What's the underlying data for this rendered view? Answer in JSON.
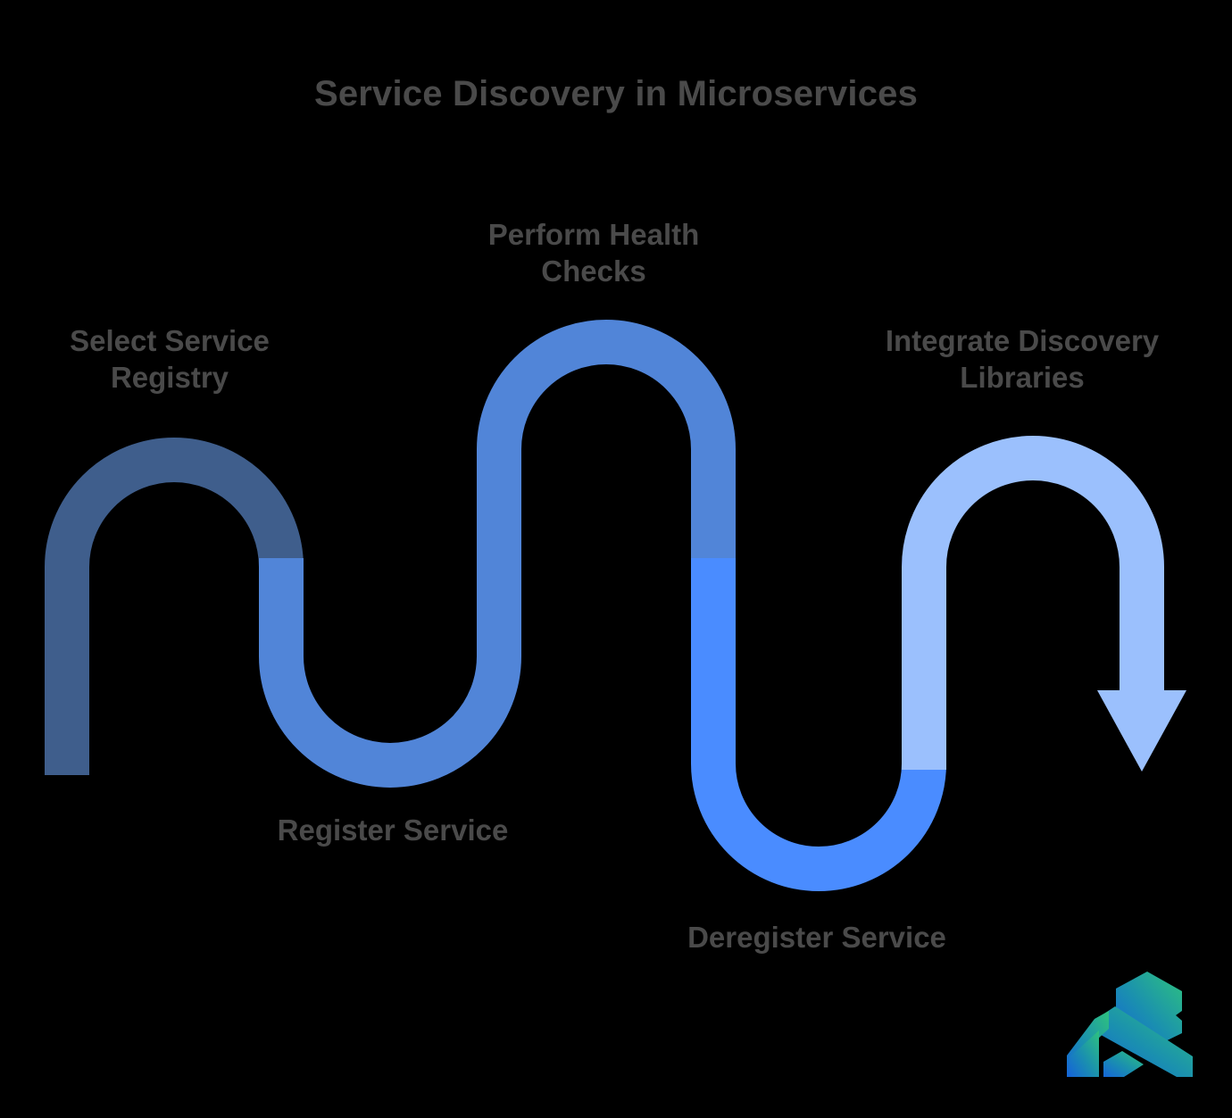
{
  "title": "Service Discovery in Microservices",
  "background_color": "#000000",
  "text_color": "#4a4a4a",
  "diagram": {
    "type": "serpentine-process-flow",
    "direction": "left-to-right",
    "arrow_end": "down-arrow",
    "steps": [
      {
        "index": 1,
        "label": "Select Service\nRegistry",
        "label_position": "above-left",
        "color": "#3f5e8c",
        "color_name": "dark-slate-blue"
      },
      {
        "index": 2,
        "label": "Register Service",
        "label_position": "below",
        "color": "#5185d8",
        "color_name": "medium-blue"
      },
      {
        "index": 3,
        "label": "Perform Health\nChecks",
        "label_position": "above",
        "color": "#5185d8",
        "color_name": "medium-blue"
      },
      {
        "index": 4,
        "label": "Deregister Service",
        "label_position": "below",
        "color": "#4a8cff",
        "color_name": "bright-blue"
      },
      {
        "index": 5,
        "label": "Integrate Discovery\nLibraries",
        "label_position": "above-right",
        "color": "#9bc0fd",
        "color_name": "light-blue"
      }
    ],
    "palette": {
      "dark_slate_blue": "#3f5e8c",
      "medium_blue": "#5185d8",
      "bright_blue": "#4a8cff",
      "light_blue": "#9bc0fd"
    },
    "ribbon_stroke_width": 50
  },
  "logo": {
    "name": "brand-logo",
    "gradient_from": "#1f6fd0",
    "gradient_to": "#2bbd7e"
  }
}
